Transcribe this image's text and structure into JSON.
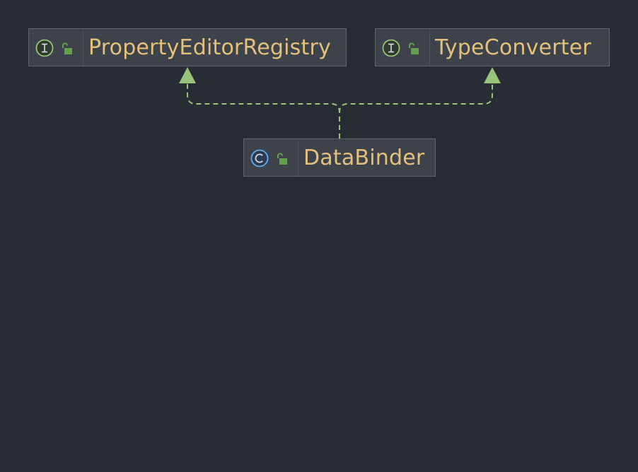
{
  "diagram": {
    "type": "uml-class-hierarchy",
    "colors": {
      "background": "#282c34",
      "node_fill": "#3d424b",
      "node_border": "#5f656f",
      "label": "#e5c07b",
      "edge": "#98c379",
      "interface_icon": "#98c379",
      "class_icon": "#61afef",
      "access_icon": "#62a14a"
    },
    "nodes": [
      {
        "id": "property-editor-registry",
        "label": "PropertyEditorRegistry",
        "kind": "interface",
        "kind_icon": "interface-icon",
        "access_icon": "public-lock-icon"
      },
      {
        "id": "type-converter",
        "label": "TypeConverter",
        "kind": "interface",
        "kind_icon": "interface-icon",
        "access_icon": "public-lock-icon"
      },
      {
        "id": "data-binder",
        "label": "DataBinder",
        "kind": "class",
        "kind_icon": "class-icon",
        "access_icon": "public-lock-icon"
      }
    ],
    "edges": [
      {
        "from": "data-binder",
        "to": "property-editor-registry",
        "relation": "implements",
        "style": "dashed",
        "arrowhead": "filled-triangle"
      },
      {
        "from": "data-binder",
        "to": "type-converter",
        "relation": "implements",
        "style": "dashed",
        "arrowhead": "filled-triangle"
      }
    ]
  }
}
